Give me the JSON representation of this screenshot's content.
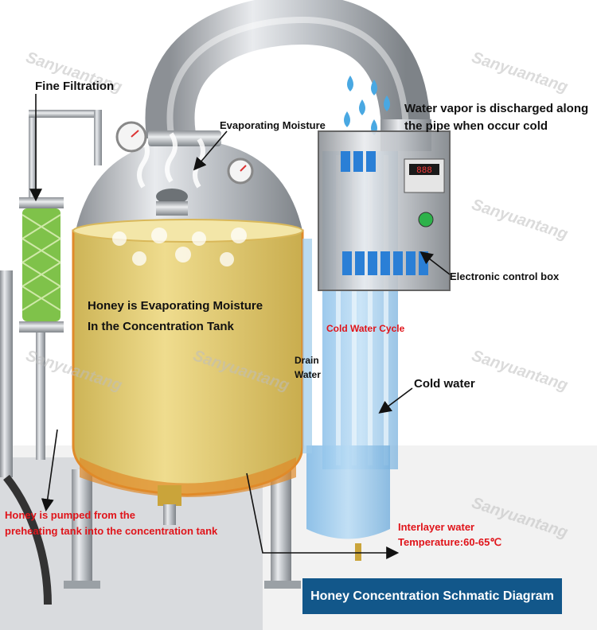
{
  "labels": {
    "fine_filtration": "Fine Filtration",
    "evaporating_moisture": "Evaporating Moisture",
    "vapor_line1": "Water vapor is discharged along",
    "vapor_line2": "the pipe when occur cold",
    "tank_line1": "Honey is Evaporating Moisture",
    "tank_line2": "In the Concentration Tank",
    "control_box": "Electronic control box",
    "cold_water_cycle": "Cold Water Cycle",
    "drain": "Drain",
    "water": "Water",
    "cold_water": "Cold water",
    "pumped_line1": "Honey is pumped from the",
    "pumped_line2": "preheating tank into the concentration tank",
    "interlayer_line1": "Interlayer water",
    "interlayer_line2": "Temperature:60-65℃",
    "controller_display": "888"
  },
  "banner": "Honey Concentration Schmatic Diagram",
  "watermark": "Sanyuantang",
  "colors": {
    "honey": "#e8d27a",
    "steel": "#c9ccd0",
    "cold_water_blue": "#8fc4ea",
    "banner": "#12578a",
    "red_text": "#e0141a",
    "orange_base": "#e08a2a"
  }
}
